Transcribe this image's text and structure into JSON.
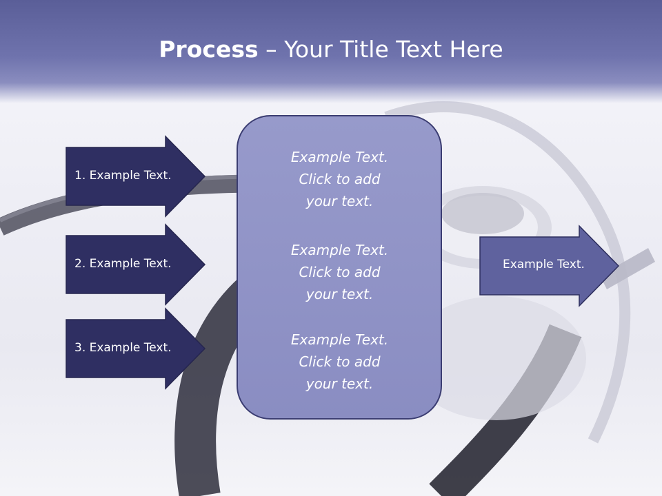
{
  "title": {
    "bold": "Process",
    "rest": " – Your Title Text Here"
  },
  "left_arrows": [
    {
      "label": "1. Example Text."
    },
    {
      "label": "2. Example Text."
    },
    {
      "label": "3. Example Text."
    }
  ],
  "center_box": {
    "blocks": [
      {
        "line1": "Example Text.",
        "line2": "Click  to add",
        "line3": "your text."
      },
      {
        "line1": "Example Text.",
        "line2": "Click  to add",
        "line3": "your text."
      },
      {
        "line1": "Example Text.",
        "line2": "Click  to add",
        "line3": "your text."
      }
    ]
  },
  "right_arrow": {
    "label": "Example Text."
  },
  "colors": {
    "header": "#6a6ea9",
    "left_arrow_fill": "#2f2f62",
    "center_box_fill": "#8f92c6",
    "right_arrow_fill": "#5f629e",
    "outline": "#2a2a55"
  }
}
